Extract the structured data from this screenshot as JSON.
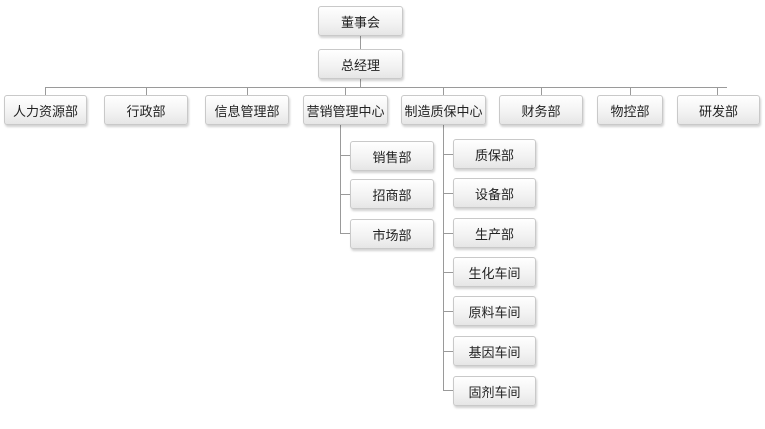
{
  "org_chart": {
    "board": "董事会",
    "general_manager": "总经理",
    "departments": [
      {
        "label": "人力资源部"
      },
      {
        "label": "行政部"
      },
      {
        "label": "信息管理部"
      },
      {
        "label": "营销管理中心",
        "children": [
          "销售部",
          "招商部",
          "市场部"
        ]
      },
      {
        "label": "制造质保中心",
        "children": [
          "质保部",
          "设备部",
          "生产部",
          "生化车间",
          "原料车间",
          "基因车间",
          "固剂车间"
        ]
      },
      {
        "label": "财务部"
      },
      {
        "label": "物控部"
      },
      {
        "label": "研发部"
      }
    ]
  },
  "colors": {
    "line": "#9a9a9a",
    "border": "#c9c9c9",
    "text": "#222222"
  }
}
